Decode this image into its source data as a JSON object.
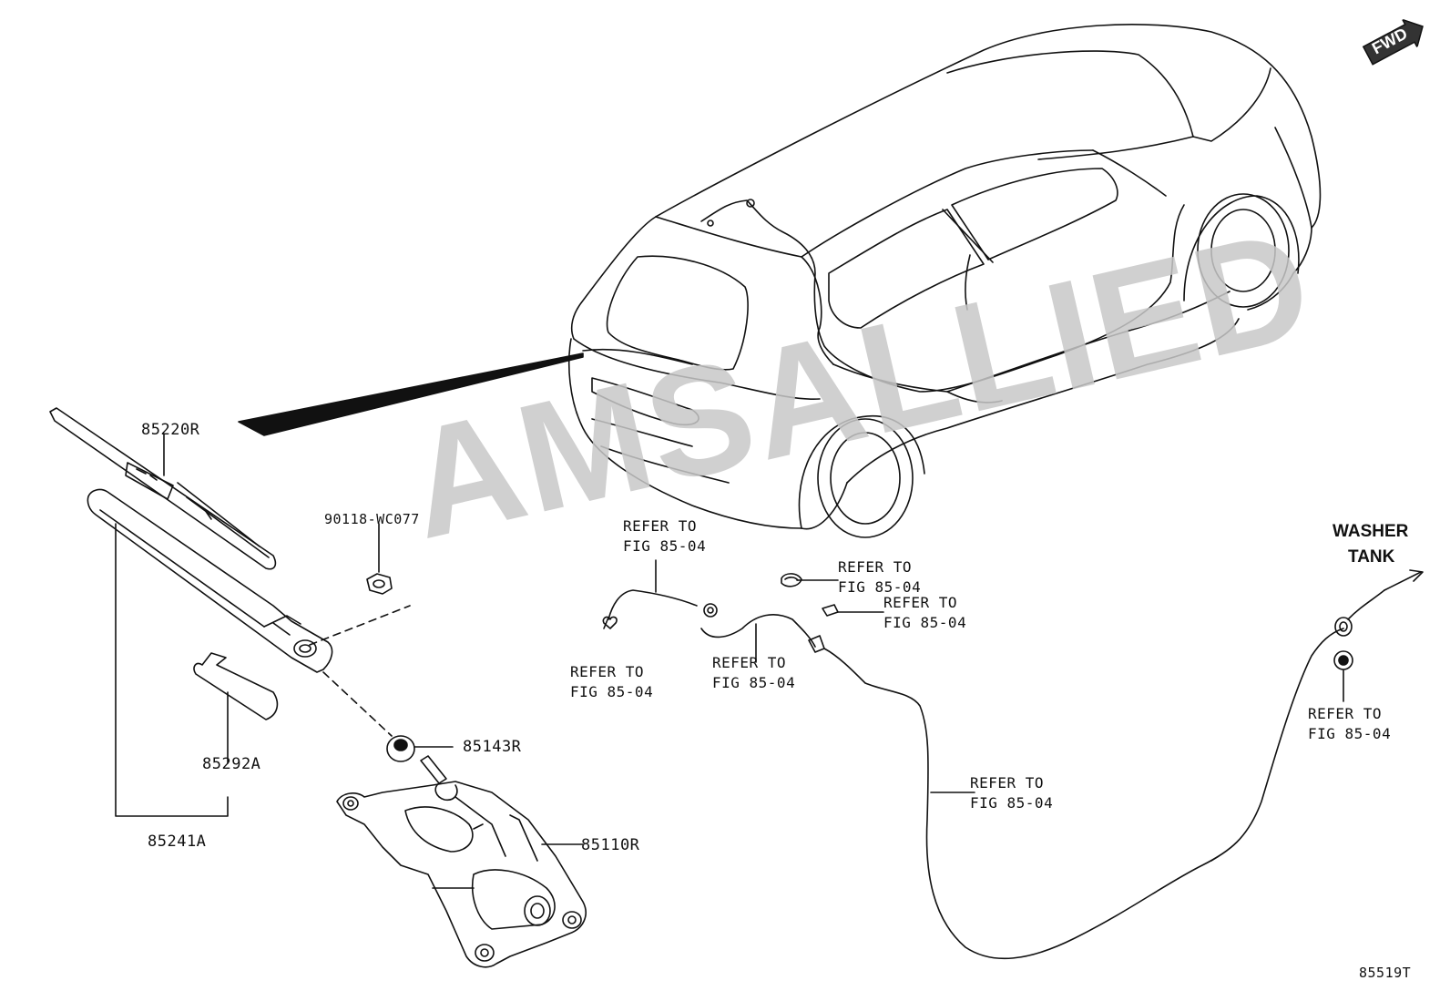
{
  "watermark": "AMSALLIED",
  "fwd_label": "FWD",
  "figure_id": "85519T",
  "parts": {
    "p85220R": "85220R",
    "p90118": "90118-WC077",
    "p85143R": "85143R",
    "p85292A": "85292A",
    "p85241A": "85241A",
    "p85110R": "85110R"
  },
  "washer_tank": {
    "line1": "WASHER",
    "line2": "TANK"
  },
  "refer": {
    "line1": "REFER TO",
    "line2": "FIG 85-04"
  },
  "colors": {
    "line": "#111111",
    "watermark": "#c8c8c8"
  }
}
